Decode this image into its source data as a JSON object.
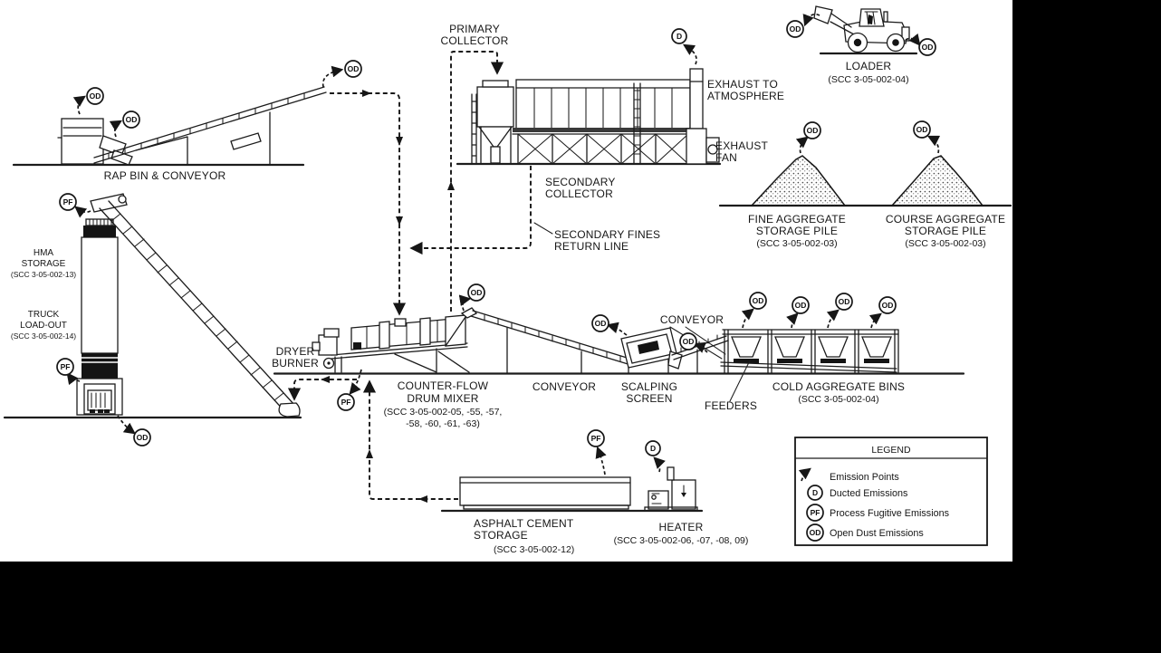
{
  "emission_codes": {
    "ducted": "D",
    "process_fugitive": "PF",
    "open_dust": "OD"
  },
  "legend": {
    "title": "LEGEND",
    "rows": [
      {
        "icon": "dashed-arrow",
        "label": "Emission Points"
      },
      {
        "icon": "D",
        "label": "Ducted Emissions"
      },
      {
        "icon": "PF",
        "label": "Process Fugitive Emissions"
      },
      {
        "icon": "OD",
        "label": "Open Dust Emissions"
      }
    ]
  },
  "labels": {
    "rap_bin_conveyor": "RAP BIN & CONVEYOR",
    "primary_collector": {
      "l1": "PRIMARY",
      "l2": "COLLECTOR"
    },
    "exhaust_to_atmosphere": {
      "l1": "EXHAUST TO",
      "l2": "ATMOSPHERE"
    },
    "exhaust_fan": {
      "l1": "EXHAUST",
      "l2": "FAN"
    },
    "secondary_collector": {
      "l1": "SECONDARY",
      "l2": "COLLECTOR"
    },
    "secondary_fines_return": {
      "l1": "SECONDARY FINES",
      "l2": "RETURN LINE"
    },
    "loader": {
      "l1": "LOADER",
      "scc": "(SCC 3-05-002-04)"
    },
    "fine_pile": {
      "l1": "FINE AGGREGATE",
      "l2": "STORAGE PILE",
      "scc": "(SCC 3-05-002-03)"
    },
    "course_pile": {
      "l1": "COURSE AGGREGATE",
      "l2": "STORAGE PILE",
      "scc": "(SCC 3-05-002-03)"
    },
    "hma_storage": {
      "l1": "HMA",
      "l2": "STORAGE",
      "scc": "(SCC 3-05-002-13)"
    },
    "truck_loadout": {
      "l1": "TRUCK",
      "l2": "LOAD-OUT",
      "scc": "(SCC 3-05-002-14)"
    },
    "dryer_burner": {
      "l1": "DRYER",
      "l2": "BURNER"
    },
    "drum_mixer": {
      "l1": "COUNTER-FLOW",
      "l2": "DRUM MIXER",
      "scc1": "(SCC 3-05-002-05, -55, -57,",
      "scc2": "-58, -60, -61, -63)"
    },
    "conveyor_mid": "CONVEYOR",
    "scalping_screen": {
      "l1": "SCALPING",
      "l2": "SCREEN"
    },
    "conveyor_right": "CONVEYOR",
    "feeders": "FEEDERS",
    "cold_bins": {
      "l1": "COLD AGGREGATE BINS",
      "scc": "(SCC 3-05-002-04)"
    },
    "asphalt_storage": {
      "l1": "ASPHALT CEMENT",
      "l2": "STORAGE",
      "scc": "(SCC 3-05-002-12)"
    },
    "heater": {
      "l1": "HEATER",
      "scc": "(SCC 3-05-002-06, -07, -08, 09)"
    }
  },
  "colors": {
    "ink": "#161616",
    "paper": "#ffffff",
    "matte": "#000000"
  }
}
